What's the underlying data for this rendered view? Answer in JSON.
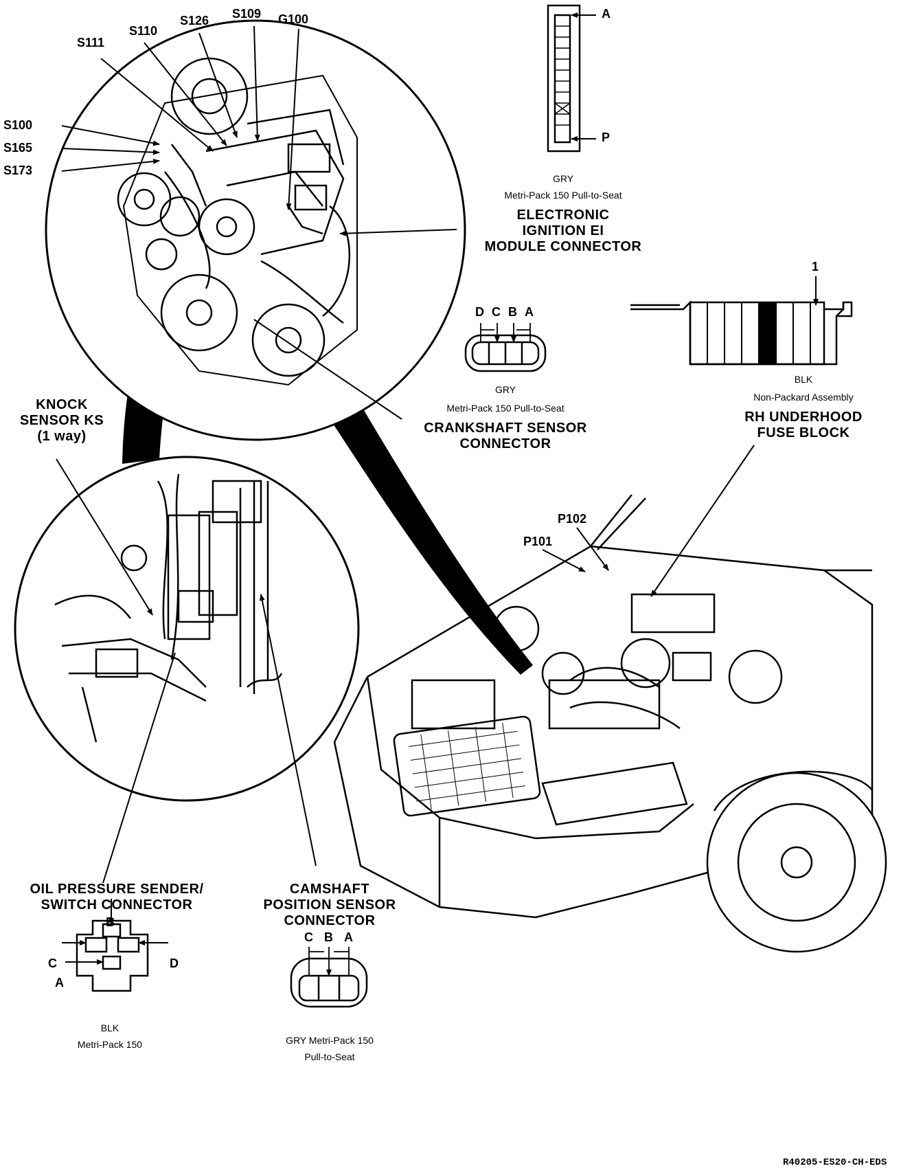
{
  "callouts": {
    "S100": "S100",
    "S165": "S165",
    "S173": "S173",
    "S111": "S111",
    "S110": "S110",
    "S126": "S126",
    "S109": "S109",
    "G100": "G100",
    "P101": "P101",
    "P102": "P102"
  },
  "ei_module": {
    "pin_top": "A",
    "pin_bottom": "P",
    "color": "GRY",
    "type": "Metri-Pack 150 Pull-to-Seat",
    "title": [
      "ELECTRONIC",
      "IGNITION EI",
      "MODULE CONNECTOR"
    ]
  },
  "crankshaft": {
    "pins": [
      "D",
      "C",
      "B",
      "A"
    ],
    "color": "GRY",
    "type": "Metri-Pack 150 Pull-to-Seat",
    "title": [
      "CRANKSHAFT SENSOR",
      "CONNECTOR"
    ]
  },
  "fuse_block": {
    "pin_marker": "1",
    "color": "BLK",
    "type": "Non-Packard Assembly",
    "title": [
      "RH UNDERHOOD",
      "FUSE BLOCK"
    ]
  },
  "knock_sensor": {
    "title": [
      "KNOCK",
      "SENSOR KS",
      "(1 way)"
    ]
  },
  "oil_pressure": {
    "title": [
      "OIL PRESSURE SENDER/",
      "SWITCH CONNECTOR"
    ],
    "pins": {
      "top": "B",
      "left": "C",
      "right": "D",
      "bottom_left": "A"
    },
    "color": "BLK",
    "type": "Metri-Pack 150"
  },
  "camshaft": {
    "title": [
      "CAMSHAFT",
      "POSITION SENSOR",
      "CONNECTOR"
    ],
    "pins": [
      "C",
      "B",
      "A"
    ],
    "spec": [
      "GRY Metri-Pack 150",
      "Pull-to-Seat"
    ]
  },
  "doc_code": "R40205-ES20-CH-EDS"
}
